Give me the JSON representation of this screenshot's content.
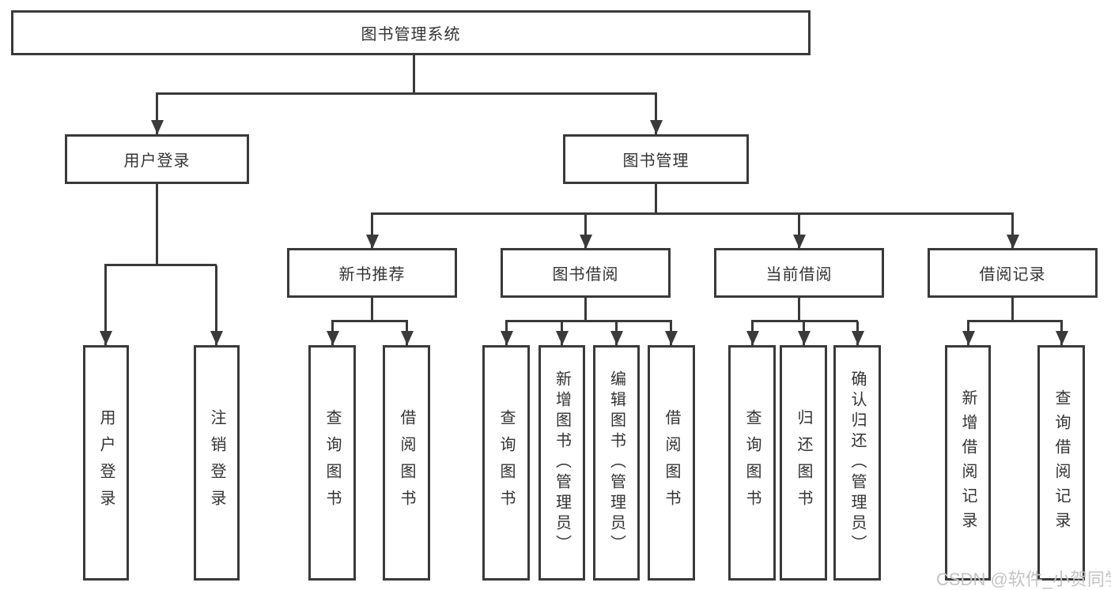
{
  "tree": {
    "root": {
      "label": "图书管理系统"
    },
    "branches": [
      {
        "label": "用户登录",
        "children": [
          {
            "label": "用户登录"
          },
          {
            "label": "注销登录"
          }
        ]
      },
      {
        "label": "图书管理",
        "children": [
          {
            "label": "新书推荐",
            "children": [
              {
                "label": "查询图书"
              },
              {
                "label": "借阅图书"
              }
            ]
          },
          {
            "label": "图书借阅",
            "children": [
              {
                "label": "查询图书"
              },
              {
                "label": "新增图书（管理员）"
              },
              {
                "label": "编辑图书（管理员）"
              },
              {
                "label": "借阅图书"
              }
            ]
          },
          {
            "label": "当前借阅",
            "children": [
              {
                "label": "查询图书"
              },
              {
                "label": "归还图书"
              },
              {
                "label": "确认归还（管理员）"
              }
            ]
          },
          {
            "label": "借阅记录",
            "children": [
              {
                "label": "新增借阅记录"
              },
              {
                "label": "查询借阅记录"
              }
            ]
          }
        ]
      }
    ]
  },
  "watermark": {
    "text": "CSDN @软件_小贺同学",
    "color": "#c3c3c3"
  },
  "colors": {
    "line": "#3a3a3a",
    "text": "#333333",
    "background": "#ffffff"
  }
}
